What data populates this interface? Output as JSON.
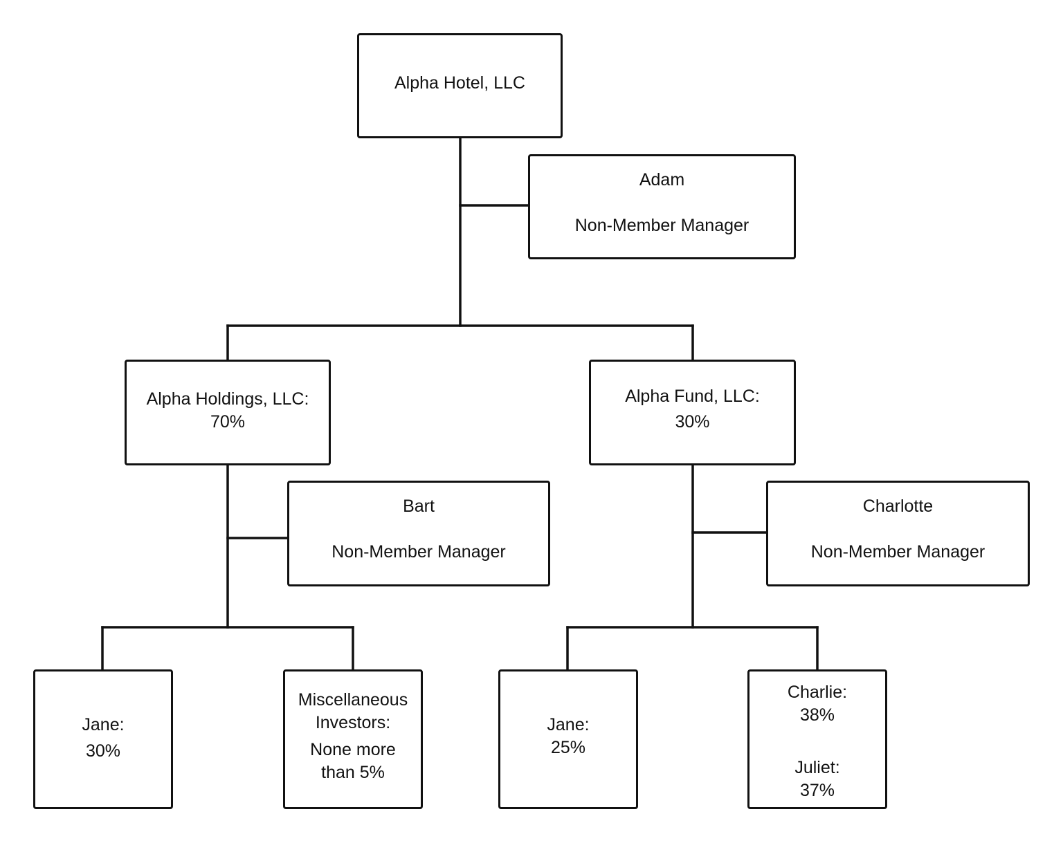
{
  "diagram": {
    "type": "org-chart",
    "root": {
      "name": "Alpha Hotel, LLC"
    },
    "root_manager": {
      "name": "Adam",
      "role": "Non-Member Manager"
    },
    "holding_left": {
      "line1": "Alpha Holdings, LLC:",
      "line2": "70%"
    },
    "holding_left_manager": {
      "name": "Bart",
      "role": "Non-Member Manager"
    },
    "holding_right": {
      "line1": "Alpha Fund, LLC:",
      "line2": "30%"
    },
    "holding_right_manager": {
      "name": "Charlotte",
      "role": "Non-Member Manager"
    },
    "member_jane_left": {
      "line1": "Jane:",
      "line2": "30%"
    },
    "member_misc": {
      "line1": "Miscellaneous",
      "line2": "Investors:",
      "line3": "None more",
      "line4": "than 5%"
    },
    "member_jane_right": {
      "line1": "Jane:",
      "line2": "25%"
    },
    "member_charlie_juliet": {
      "line1": "Charlie:",
      "line2": "38%",
      "line3": "Juliet:",
      "line4": "37%"
    },
    "colors": {
      "line": "#111111",
      "box_fill": "#ffffff",
      "background": "#ffffff"
    }
  }
}
